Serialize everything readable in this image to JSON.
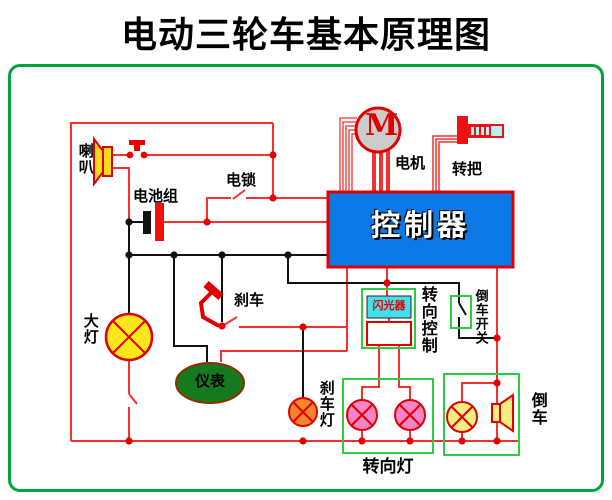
{
  "title": "电动三轮车基本原理图",
  "colors": {
    "frame_green": "#00a33d",
    "box_green": "#2ecc40",
    "wire_red": "#f53030",
    "wire_black": "#111111",
    "controller_blue": "#0c79e6",
    "flasher_cyan": "#45e0ee",
    "headlight_yellow": "#ffe71e",
    "brake_lamp_orange": "#f5852c",
    "turn_lamp_pink": "#f584c8",
    "reverse_lamp_yellow": "#f7ee82",
    "meter_green": "#157a1e",
    "motor_gray": "#cccccc"
  },
  "diagram": {
    "labels": {
      "horn": "喇叭",
      "battery": "电池组",
      "key_switch": "电锁",
      "motor": "电机",
      "motor_symbol": "M",
      "throttle": "转把",
      "controller": "控制器",
      "headlight": "大灯",
      "brake": "刹车",
      "meter": "仪表",
      "flasher": "闪光器",
      "turn_control": "转向控制",
      "reverse_switch": "倒车开关",
      "brake_light": "刹车灯",
      "turn_lights": "转向灯",
      "reverse": "倒车"
    }
  }
}
